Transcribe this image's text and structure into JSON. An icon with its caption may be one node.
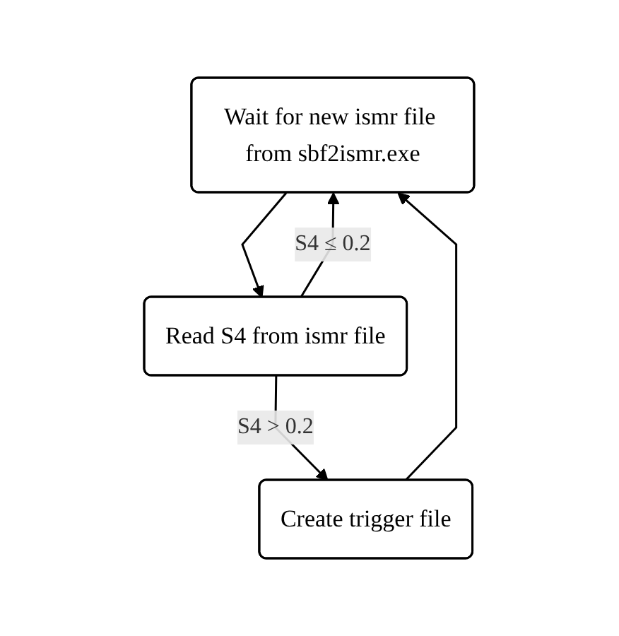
{
  "diagram": {
    "nodes": [
      {
        "text": [
          "Wait for new ismr file from sbf2ismr.exe"
        ]
      },
      {
        "text": [
          "Read S4 from ismr file"
        ]
      },
      {
        "text": [
          "Create trigger file"
        ]
      }
    ],
    "edges": [
      {
        "from": 0,
        "to": 1,
        "arrow": "to"
      },
      {
        "from": 1,
        "to": 0,
        "arrow": "to",
        "label": "S4 ≤ 0.2"
      },
      {
        "from": 1,
        "to": 2,
        "arrow": "to",
        "label": "S4 > 0.2"
      },
      {
        "from": 2,
        "to": 0,
        "arrow": "to"
      }
    ]
  }
}
